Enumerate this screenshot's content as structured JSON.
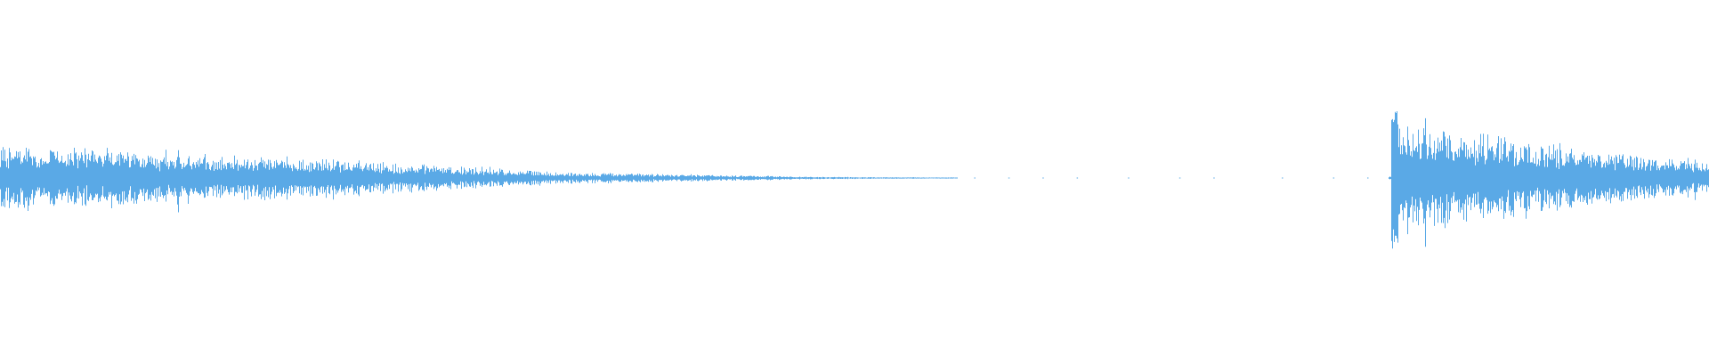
{
  "waveform": {
    "color": "#5aa9e6",
    "background": "#ffffff",
    "segments": [
      {
        "start": 0.0,
        "end": 0.17,
        "amp_start": 0.55,
        "amp_end": 0.35
      },
      {
        "start": 0.17,
        "end": 0.33,
        "amp_start": 0.35,
        "amp_end": 0.1
      },
      {
        "start": 0.33,
        "end": 0.48,
        "amp_start": 0.1,
        "amp_end": 0.02
      },
      {
        "start": 0.48,
        "end": 0.56,
        "amp_start": 0.02,
        "amp_end": 0.006
      },
      {
        "start": 0.812,
        "end": 0.814,
        "amp_start": 0.03,
        "amp_end": 0.03
      },
      {
        "start": 0.814,
        "end": 1.0,
        "amp_start": 0.95,
        "amp_end": 0.25
      }
    ],
    "sparse_dots": [
      0.57,
      0.59,
      0.61,
      0.63,
      0.66,
      0.69,
      0.71,
      0.75,
      0.78,
      0.8
    ]
  }
}
